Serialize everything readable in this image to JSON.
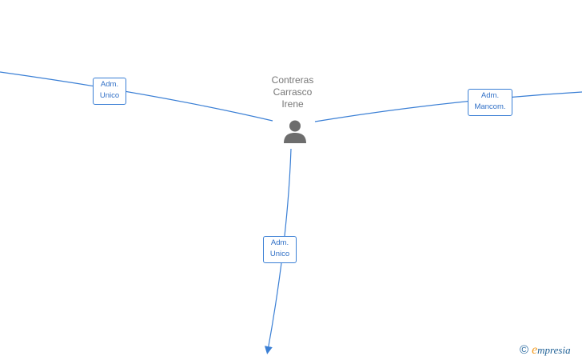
{
  "diagram": {
    "center_node": {
      "name_lines": [
        "Contreras",
        "Carrasco",
        "Irene"
      ],
      "icon": "person-icon"
    },
    "edges": [
      {
        "label_lines": [
          "Adm.",
          "Unico"
        ]
      },
      {
        "label_lines": [
          "Adm.",
          "Mancom."
        ]
      },
      {
        "label_lines": [
          "Adm.",
          "Unico"
        ]
      }
    ]
  },
  "footer": {
    "copyright_symbol": "©",
    "brand_initial": "e",
    "brand_rest": "mpresia"
  },
  "colors": {
    "edge": "#3a7fd5",
    "label_text": "#2f6fc6",
    "node_text": "#777777",
    "person_icon": "#6d6d6d",
    "brand_orange": "#f29a1f",
    "brand_blue": "#1d5f95"
  }
}
